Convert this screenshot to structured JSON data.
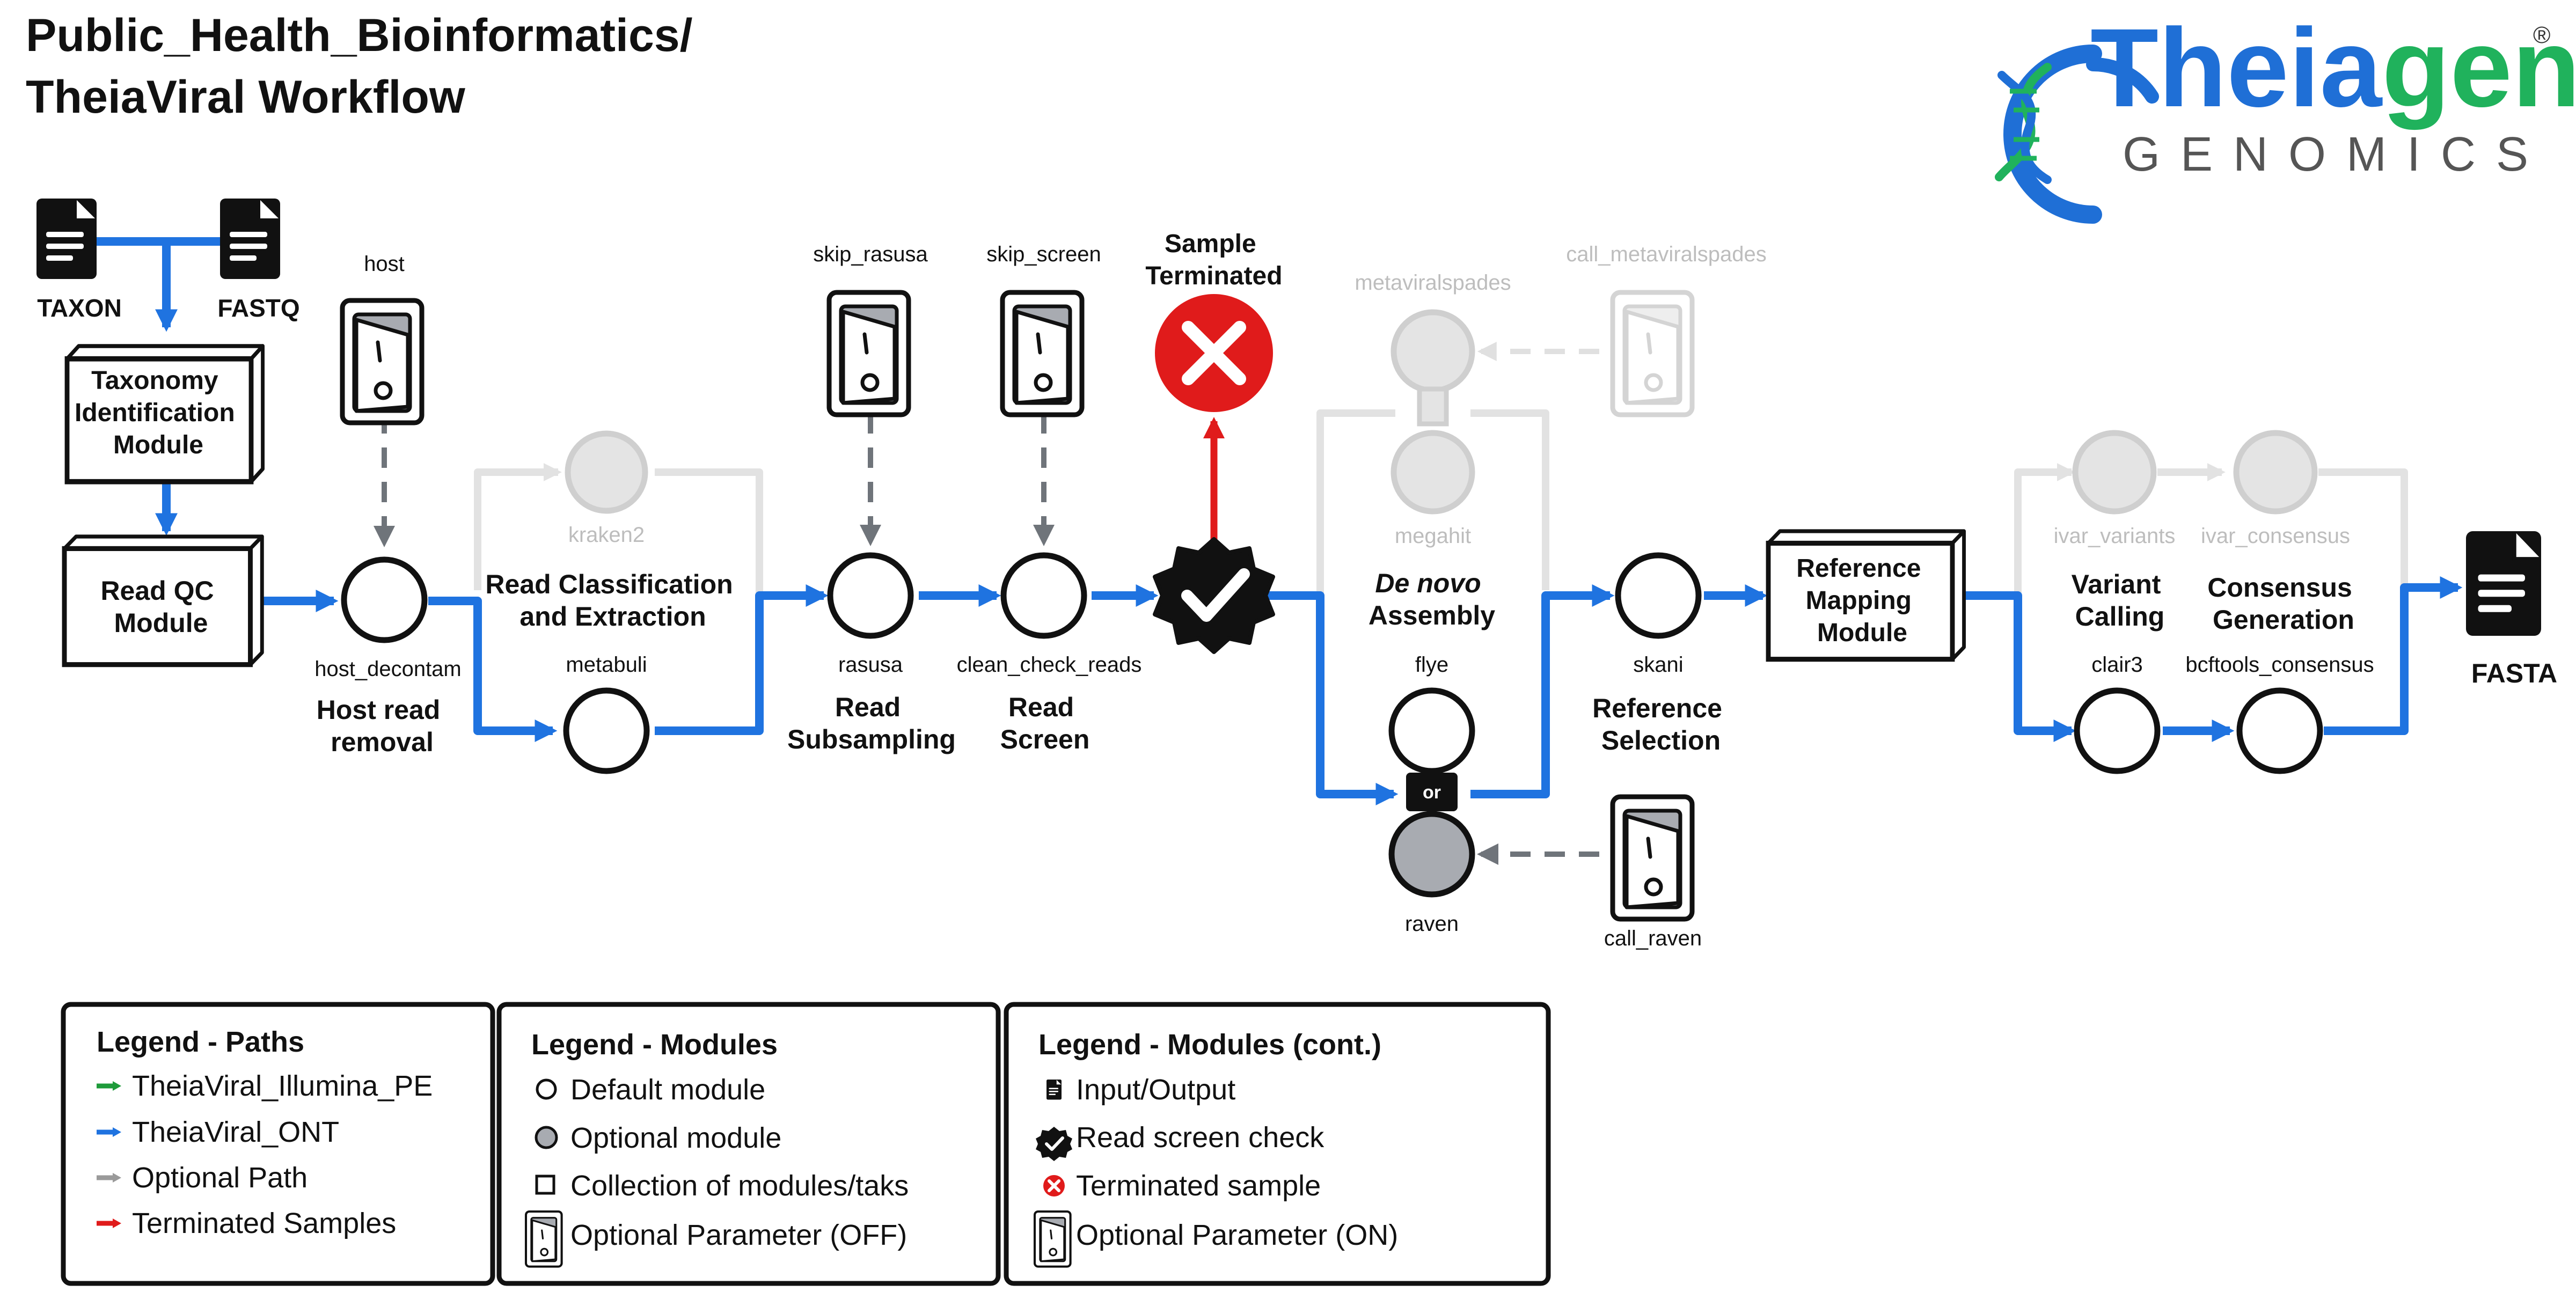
{
  "title": {
    "line1": "Public_Health_Bioinformatics/",
    "line2": "TheiaViral Workflow"
  },
  "logo": {
    "name": "Theiagen",
    "sub": "GENOMICS",
    "registered": "®",
    "colors": {
      "blue": "#1f6fd6",
      "green": "#20b25c",
      "gray": "#555555"
    }
  },
  "inputs": {
    "taxon": "TAXON",
    "fastq": "FASTQ"
  },
  "output": {
    "fasta": "FASTA"
  },
  "modules": {
    "taxonomy": [
      "Taxonomy",
      "Identification",
      "Module"
    ],
    "read_qc": [
      "Read QC",
      "Module"
    ],
    "reference_mapping": [
      "Reference",
      "Mapping",
      "Module"
    ]
  },
  "switches": {
    "host": "host",
    "skip_rasusa": "skip_rasusa",
    "skip_screen": "skip_screen",
    "call_metaviralspades": "call_metaviralspades",
    "call_raven": "call_raven"
  },
  "tasks": {
    "host_decontam": "host_decontam",
    "kraken2": "kraken2",
    "metabuli": "metabuli",
    "rasusa": "rasusa",
    "clean_check_reads": "clean_check_reads",
    "metaviralspades": "metaviralspades",
    "megahit": "megahit",
    "flye": "flye",
    "raven": "raven",
    "skani": "skani",
    "ivar_variants": "ivar_variants",
    "ivar_consensus": "ivar_consensus",
    "clair3": "clair3",
    "bcftools_consensus": "bcftools_consensus",
    "or": "or"
  },
  "stages": {
    "host_removal": [
      "Host read",
      "removal"
    ],
    "read_classification": [
      "Read Classification",
      "and Extraction"
    ],
    "read_subsampling": [
      "Read",
      "Subsampling"
    ],
    "read_screen": [
      "Read",
      "Screen"
    ],
    "sample_terminated": [
      "Sample",
      "Terminated"
    ],
    "de_novo": [
      "De novo",
      "Assembly"
    ],
    "reference_selection": [
      "Reference",
      "Selection"
    ],
    "variant_calling": [
      "Variant",
      "Calling"
    ],
    "consensus_generation": [
      "Consensus",
      "Generation"
    ]
  },
  "legend_paths": {
    "title": "Legend - Paths",
    "items": [
      {
        "label": "TheiaViral_Illumina_PE",
        "color": "#1e9b3a"
      },
      {
        "label": "TheiaViral_ONT",
        "color": "#1f73e0"
      },
      {
        "label": "Optional Path",
        "color": "#9a9a9a"
      },
      {
        "label": "Terminated Samples",
        "color": "#e01b1b"
      }
    ]
  },
  "legend_modules": {
    "title": "Legend - Modules",
    "items": [
      {
        "label": "Default module",
        "icon": "circle-icon"
      },
      {
        "label": "Optional module",
        "icon": "filled-circle-icon"
      },
      {
        "label": "Collection of modules/taks",
        "icon": "box-icon"
      },
      {
        "label": "Optional Parameter (OFF)",
        "icon": "switch-off-icon"
      }
    ]
  },
  "legend_modules_cont": {
    "title": "Legend - Modules (cont.)",
    "items": [
      {
        "label": "Input/Output",
        "icon": "document-icon"
      },
      {
        "label": "Read screen check",
        "icon": "check-badge-icon"
      },
      {
        "label": "Terminated sample",
        "icon": "x-icon"
      },
      {
        "label": "Optional Parameter (ON)",
        "icon": "switch-on-icon"
      }
    ]
  },
  "colors": {
    "ont_path": "#1f73e0",
    "terminated": "#e01b1b",
    "optional_dash": "#6f747a",
    "faint": "#e2e2e2"
  }
}
